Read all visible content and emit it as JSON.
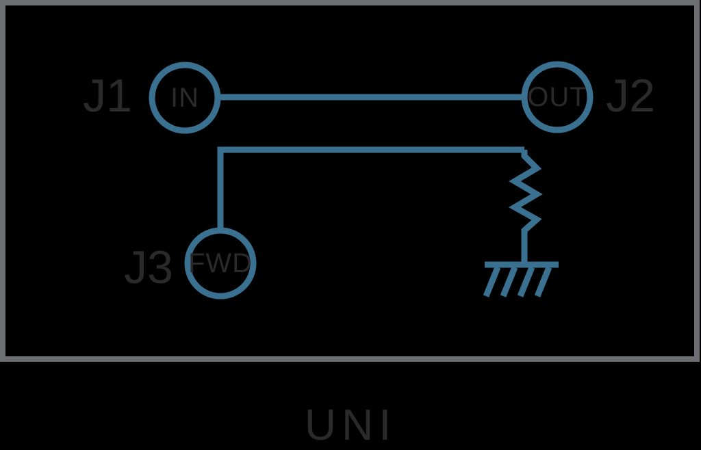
{
  "title_label": "UNI",
  "ports": [
    {
      "ref": "J1",
      "label": "IN"
    },
    {
      "ref": "J2",
      "label": "OUT"
    },
    {
      "ref": "J3",
      "label": "FWD"
    }
  ],
  "symbols": [
    "resistor-symbol",
    "ground-symbol"
  ],
  "colors": {
    "trace": "#3a7191",
    "frame": "#6d6e71",
    "text": "#2a2a2b",
    "background": "#000000"
  }
}
